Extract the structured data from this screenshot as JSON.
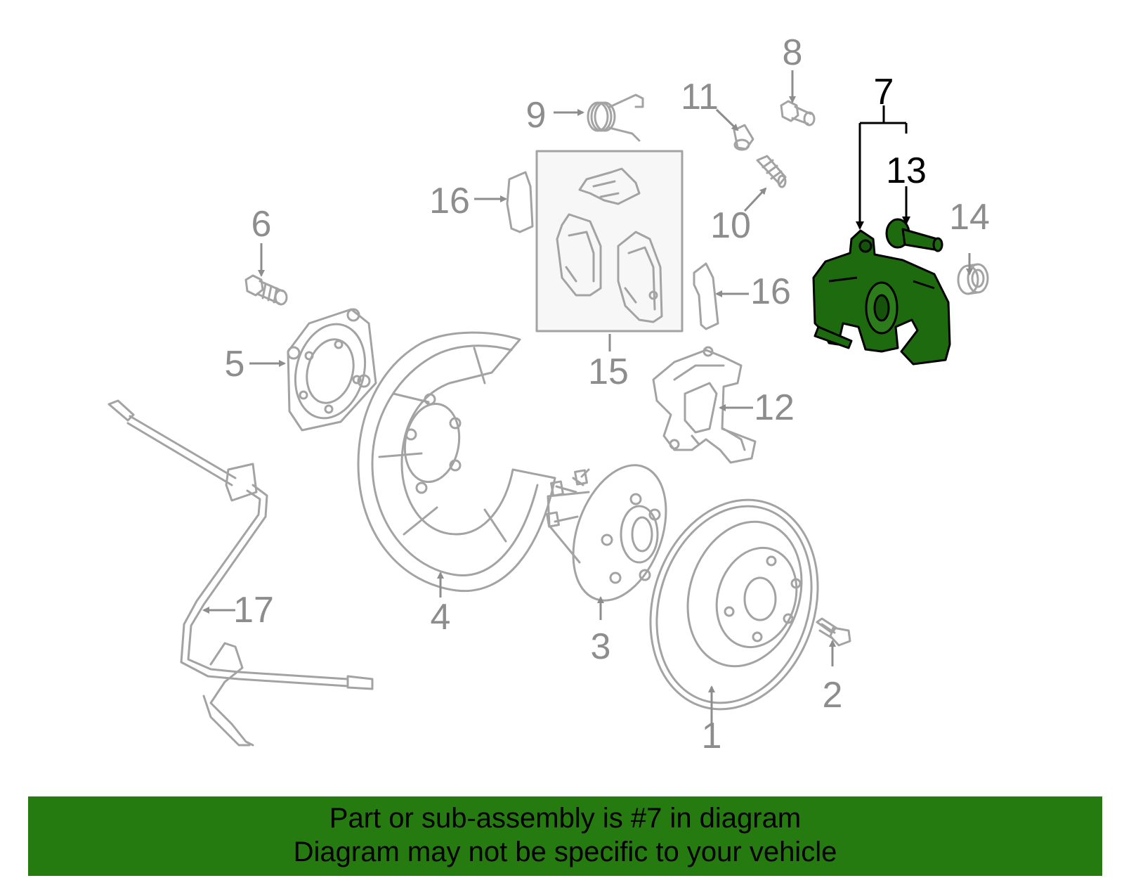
{
  "colors": {
    "part_outline": "#a3a3a3",
    "label_gray": "#8d8d8d",
    "highlight_fill": "#1d6b0e",
    "highlight_stroke": "#000000",
    "banner_bg": "#257a10",
    "banner_text": "#000000",
    "kit_box_fill": "#f7f7f7"
  },
  "callouts": {
    "c1": "1",
    "c2": "2",
    "c3": "3",
    "c4": "4",
    "c5": "5",
    "c6": "6",
    "c7": "7",
    "c8": "8",
    "c9": "9",
    "c10": "10",
    "c11": "11",
    "c12": "12",
    "c13": "13",
    "c14": "14",
    "c15": "15",
    "c16a": "16",
    "c16b": "16",
    "c17": "17"
  },
  "highlighted_part": "7",
  "banner": {
    "line1": "Part or sub-assembly is #7 in diagram",
    "line2": "Diagram may not be specific to your vehicle"
  }
}
